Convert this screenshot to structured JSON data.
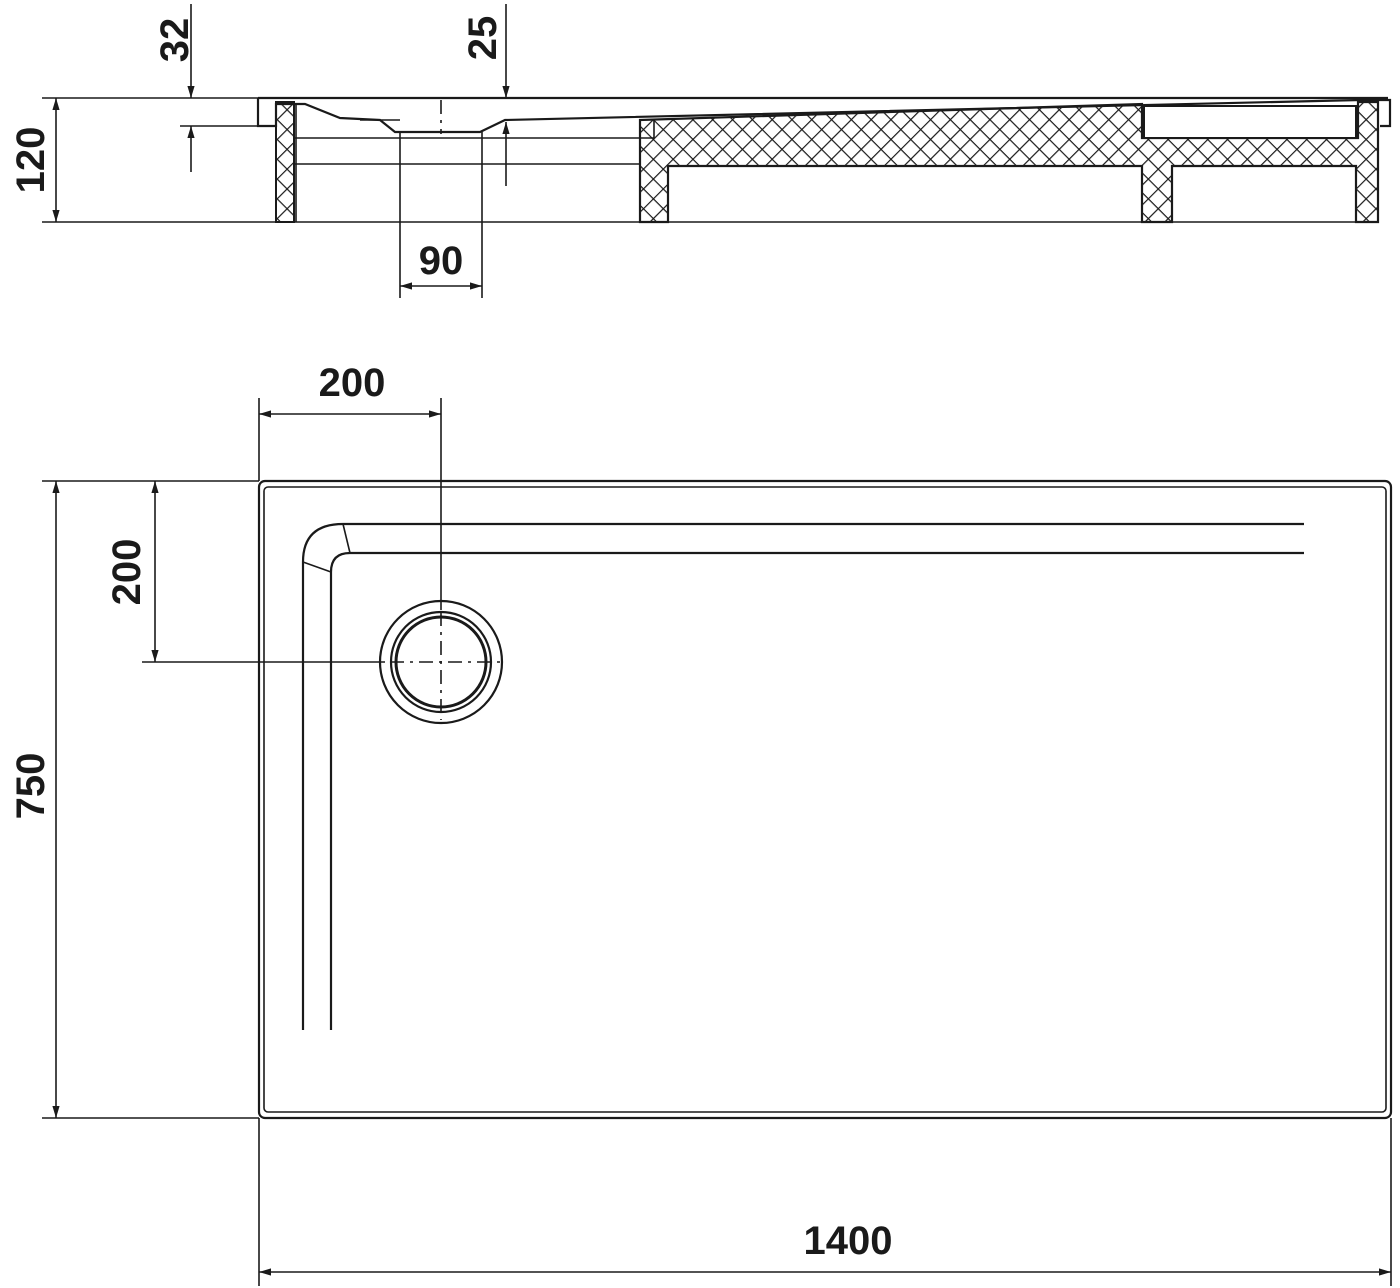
{
  "section_view": {
    "dimensions": {
      "total_height": "120",
      "rim_depth": "32",
      "drain_depth": "25",
      "drain_width": "90"
    }
  },
  "plan_view": {
    "dimensions": {
      "drain_offset_x": "200",
      "drain_offset_y": "200",
      "width": "750",
      "length": "1400"
    }
  },
  "colors": {
    "line": "#1a1a1a",
    "background": "#ffffff"
  }
}
